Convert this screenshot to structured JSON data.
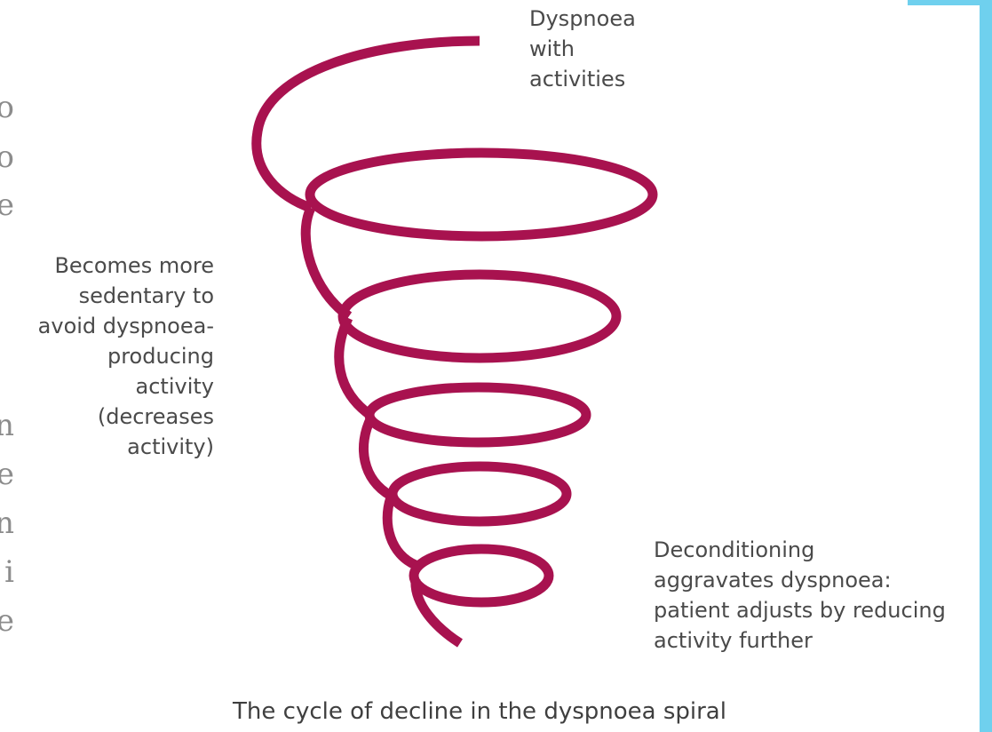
{
  "left_edge_glyphs": [
    "o",
    "o",
    "e",
    "n",
    "e",
    "n",
    "i",
    "e"
  ],
  "diagram": {
    "spiral_color": "#a8124f",
    "labels": {
      "top": "Dyspnoea\nwith\nactivities",
      "left": "Becomes more\nsedentary to\navoid dyspnoea-\nproducing\nactivity\n(decreases\nactivity)",
      "right": "Deconditioning\naggravates dyspnoea:\npatient adjusts by reducing\nactivity further"
    },
    "caption": "The cycle of decline in the dyspnoea spiral"
  },
  "accent_color": "#6fd0ee"
}
